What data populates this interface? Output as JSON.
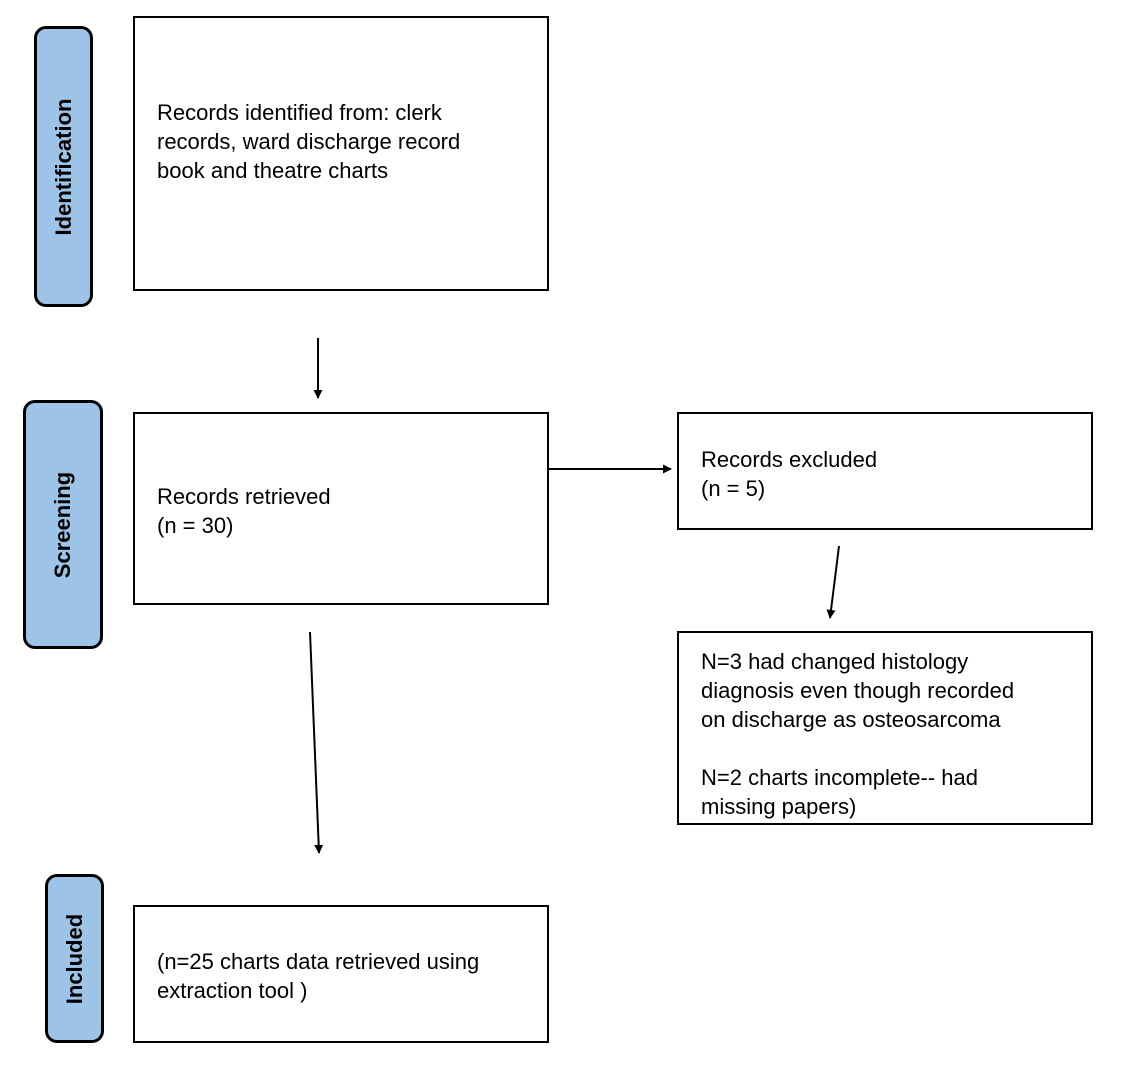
{
  "stages": {
    "identification": "Identification",
    "screening": "Screening",
    "included": "Included"
  },
  "boxes": {
    "identified": "Records identified from: clerk\nrecords, ward discharge record\nbook and theatre charts",
    "retrieved": "Records retrieved\n(n = 30)",
    "excluded": "Records excluded\n(n = 5)",
    "exclusion_reasons": {
      "histology": "N=3 had changed histology\ndiagnosis even though recorded\non discharge as osteosarcoma",
      "incomplete": "N=2 charts incomplete-- had\nmissing papers)"
    },
    "included": "(n=25 charts data retrieved using\nextraction tool )"
  },
  "colors": {
    "stage_fill": "#9dc3e6",
    "stroke": "#000000",
    "box_fill": "#ffffff"
  }
}
